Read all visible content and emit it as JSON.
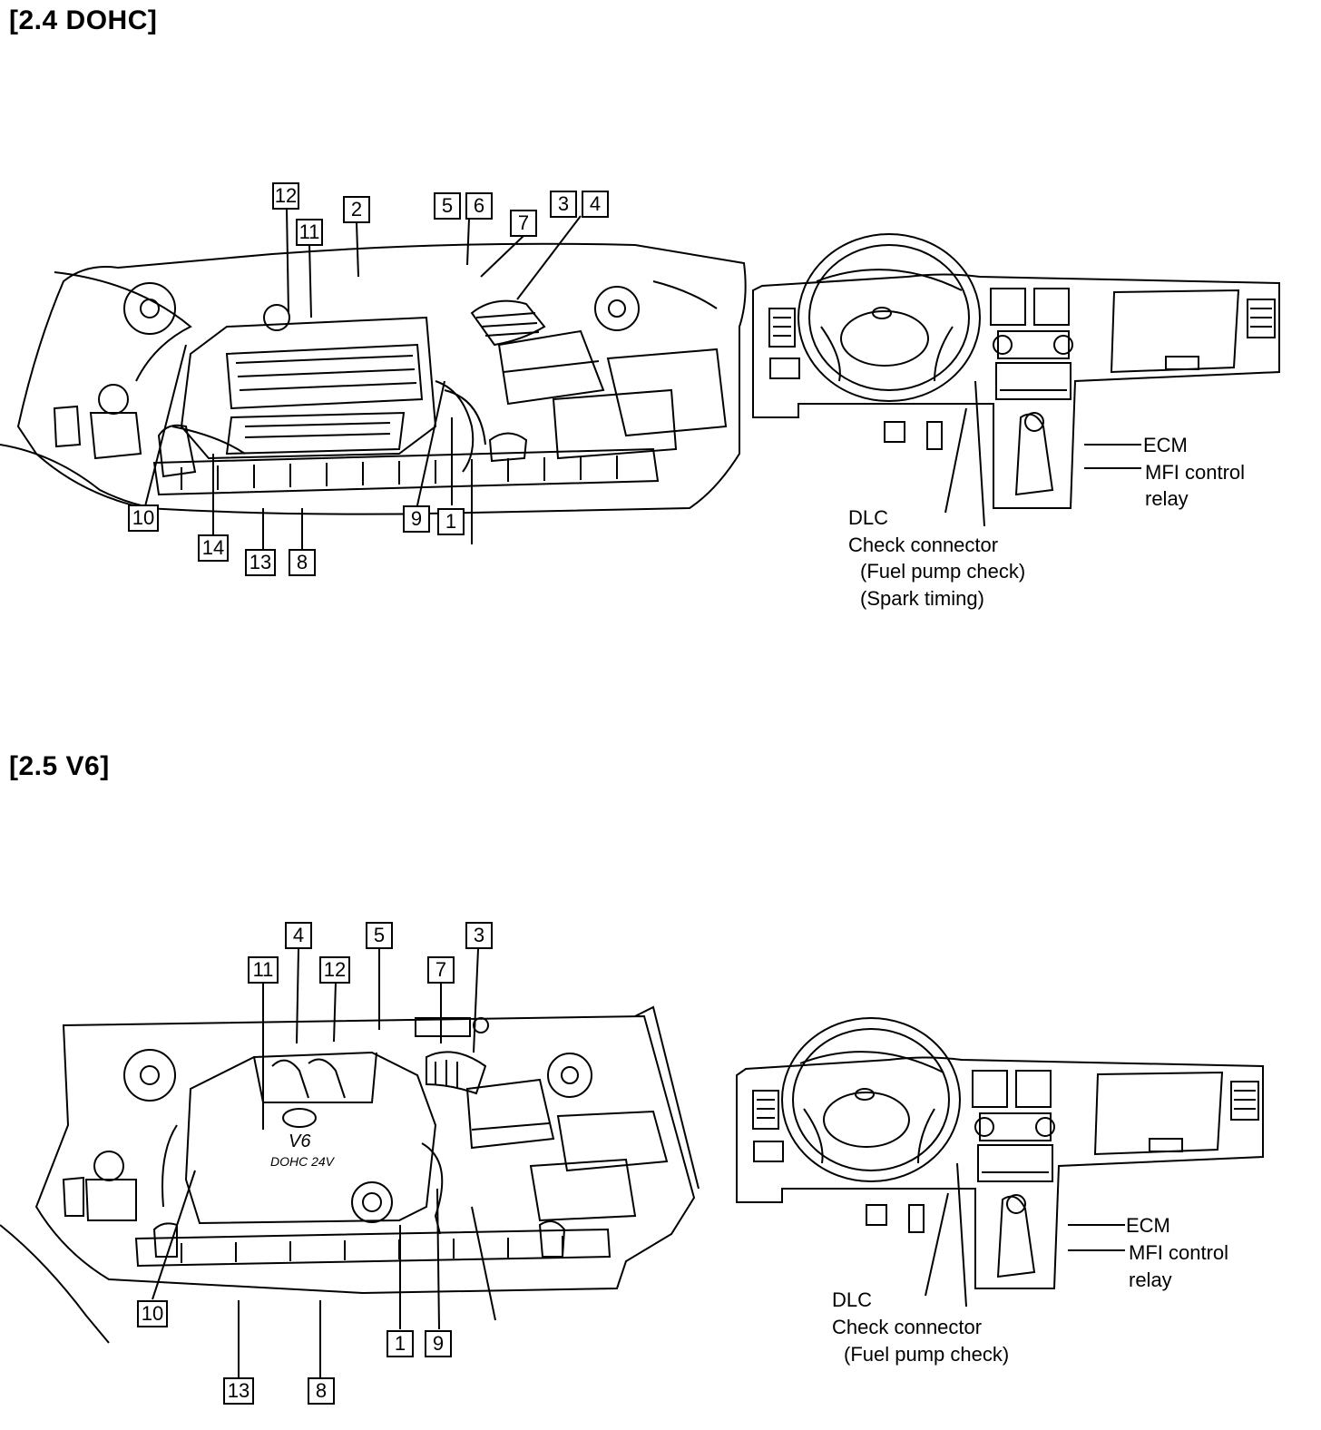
{
  "sections": [
    {
      "title": "[2.4 DOHC]",
      "callouts": [
        "12",
        "2",
        "11",
        "5",
        "6",
        "7",
        "3",
        "4",
        "10",
        "14",
        "13",
        "8",
        "9",
        "1"
      ],
      "dash_labels": {
        "ecm": "ECM",
        "mfi_line1": "MFI control",
        "mfi_line2": "relay",
        "dlc": "DLC",
        "check_connector": "Check connector",
        "fuel_pump_check": "(Fuel pump check)",
        "spark_timing": "(Spark timing)"
      }
    },
    {
      "title": "[2.5 V6]",
      "callouts": [
        "4",
        "5",
        "3",
        "11",
        "12",
        "7",
        "10",
        "1",
        "9",
        "13",
        "8"
      ],
      "dash_labels": {
        "ecm": "ECM",
        "mfi_line1": "MFI control",
        "mfi_line2": "relay",
        "dlc": "DLC",
        "check_connector": "Check connector",
        "fuel_pump_check": "(Fuel pump check)"
      },
      "engine_cover_text": [
        "V6",
        "DOHC 24V"
      ]
    }
  ]
}
